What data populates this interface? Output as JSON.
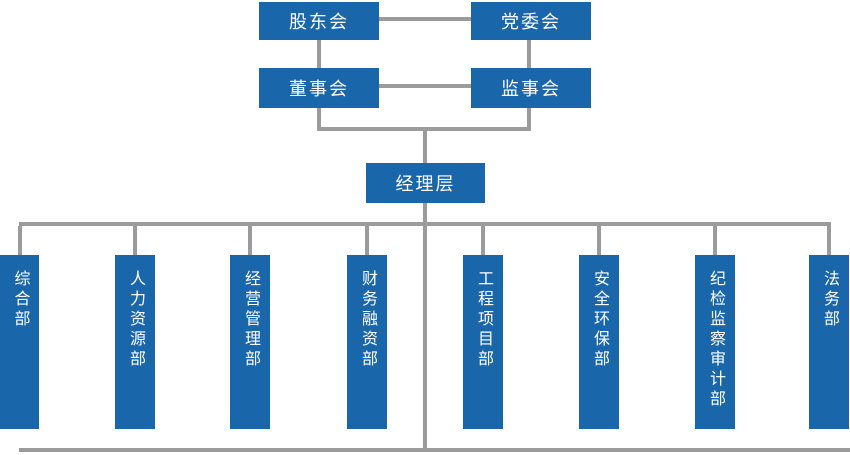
{
  "diagram": {
    "type": "org-chart",
    "colors": {
      "node_fill": "#1A66AB",
      "connector_gray": "#9B9B9B",
      "node_text": "#FFFFFF",
      "background": "#FFFFFF"
    },
    "governance": [
      {
        "id": "shareholders-meeting",
        "label": "股东会"
      },
      {
        "id": "party-committee",
        "label": "党委会"
      },
      {
        "id": "board-of-directors",
        "label": "董事会"
      },
      {
        "id": "supervisory-board",
        "label": "监事会"
      }
    ],
    "management": {
      "id": "management-level",
      "label": "经理层"
    },
    "departments": [
      {
        "id": "general-affairs-dept",
        "label": "综合部"
      },
      {
        "id": "human-resources-dept",
        "label": "人力资源部"
      },
      {
        "id": "operations-management-dept",
        "label": "经营管理部"
      },
      {
        "id": "finance-financing-dept",
        "label": "财务融资部"
      },
      {
        "id": "engineering-project-dept",
        "label": "工程项目部"
      },
      {
        "id": "safety-environment-dept",
        "label": "安全环保部"
      },
      {
        "id": "discipline-inspection-audit-dept",
        "label": "纪检监察审计部"
      },
      {
        "id": "legal-affairs-dept",
        "label": "法务部"
      }
    ]
  }
}
